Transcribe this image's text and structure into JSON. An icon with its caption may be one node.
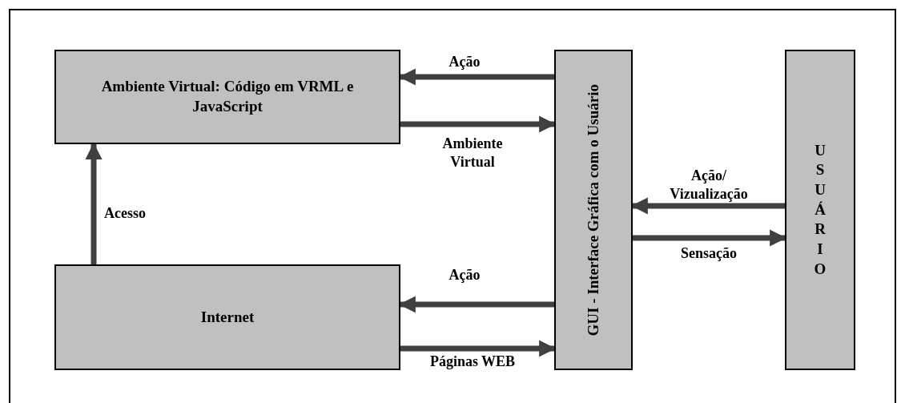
{
  "diagram": {
    "nodes": [
      {
        "text": [
          "Ambiente Virtual: Código em VRML e JavaScript"
        ]
      },
      {
        "text": [
          "Internet"
        ]
      },
      {
        "text": [
          "GUI - Interface Gráfica com o Usuário"
        ]
      },
      {
        "text": [
          "USUÁRIO"
        ]
      }
    ],
    "edges": [
      {
        "from": 2,
        "to": 0,
        "arrow": "to",
        "label": "Ação"
      },
      {
        "from": 0,
        "to": 2,
        "arrow": "to",
        "label": "Ambiente Virtual"
      },
      {
        "from": 1,
        "to": 0,
        "arrow": "to",
        "label": "Acesso"
      },
      {
        "from": 2,
        "to": 1,
        "arrow": "to",
        "label": "Ação"
      },
      {
        "from": 1,
        "to": 2,
        "arrow": "to",
        "label": "Páginas WEB"
      },
      {
        "from": 3,
        "to": 2,
        "arrow": "to",
        "label": "Ação/ Vizualização"
      },
      {
        "from": 2,
        "to": 3,
        "arrow": "to",
        "label": "Sensação"
      }
    ]
  }
}
